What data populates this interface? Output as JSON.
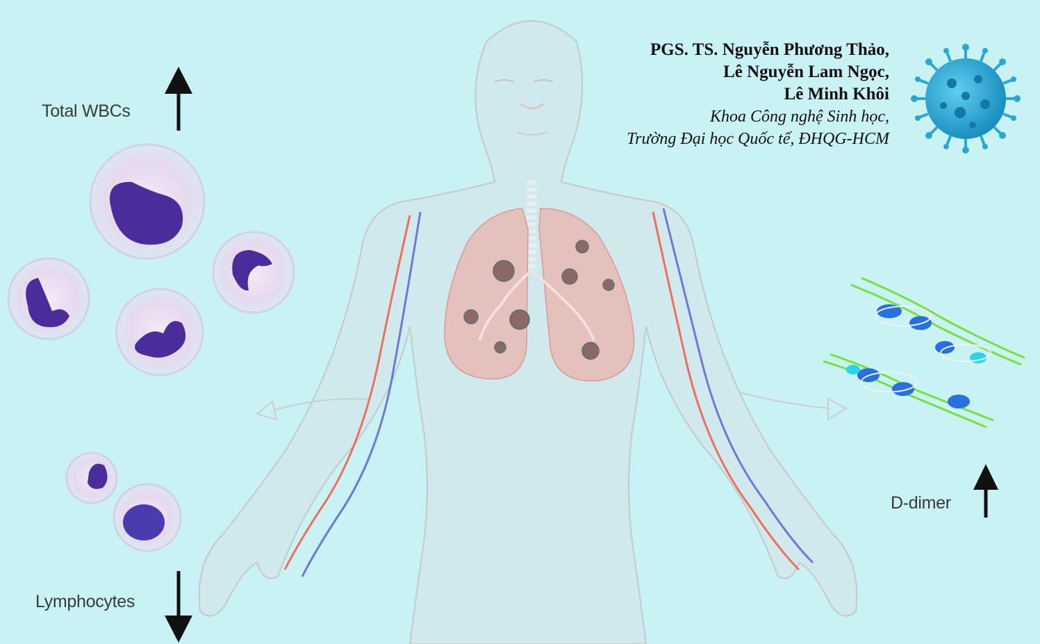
{
  "labels": {
    "total_wbcs": "Total WBCs",
    "lymphocytes": "Lymphocytes",
    "d_dimer": "D-dimer"
  },
  "credits": {
    "authors": [
      "PGS. TS. Nguyễn Phương Thảo,",
      "Lê Nguyễn Lam Ngọc,",
      "Lê Minh Khôi"
    ],
    "affiliation": [
      "Khoa Công nghệ Sinh học,",
      "Trường Đại học Quốc tế, ĐHQG-HCM"
    ]
  },
  "colors": {
    "background": "#c9f2f4",
    "body_outline": "#c4c9cb",
    "lung": "#e9b6b0",
    "artery": "#ef6f5c",
    "vein": "#6a79e0",
    "nucleus": "#4a2d9a",
    "virus": "#2aa7d4",
    "fibrin_green": "#74e23a",
    "fibrin_blue": "#2a6fe0"
  },
  "icons": [
    "covid-virus-icon",
    "up-arrow-icon",
    "down-arrow-icon"
  ]
}
